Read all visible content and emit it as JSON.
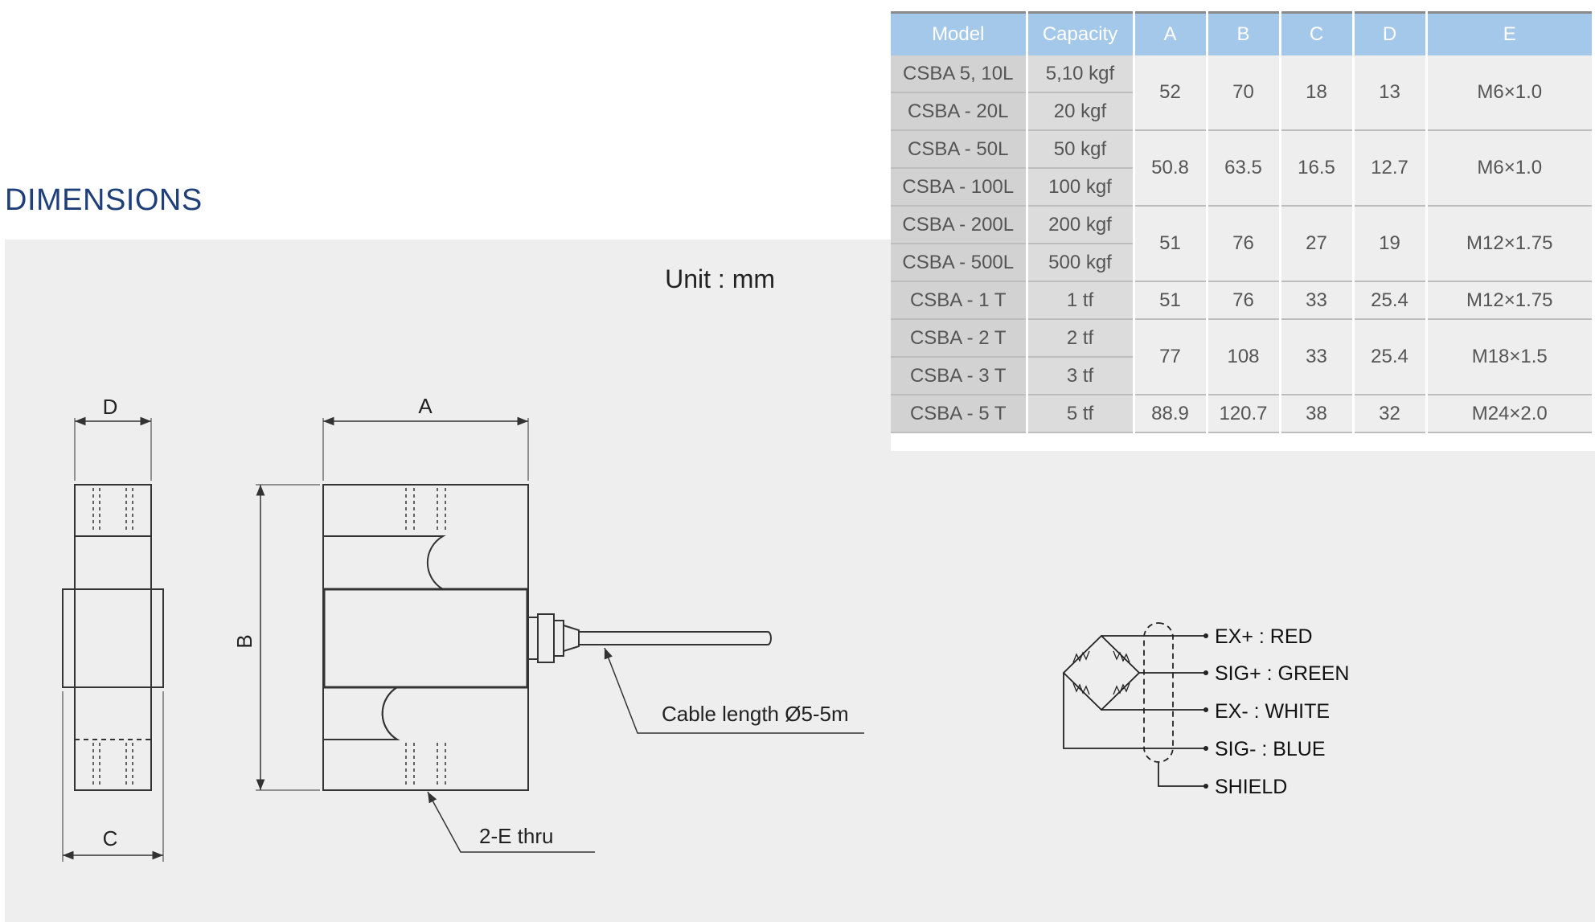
{
  "title": "DIMENSIONS",
  "unit_label": "Unit : mm",
  "table": {
    "headers": [
      "Model",
      "Capacity",
      "A",
      "B",
      "C",
      "D",
      "E"
    ],
    "groups": [
      {
        "models": [
          [
            "CSBA 5, 10L",
            "5,10 kgf"
          ],
          [
            "CSBA - 20L",
            "20 kgf"
          ]
        ],
        "A": "52",
        "B": "70",
        "C": "18",
        "D": "13",
        "E": "M6×1.0"
      },
      {
        "models": [
          [
            "CSBA - 50L",
            "50 kgf"
          ],
          [
            "CSBA - 100L",
            "100 kgf"
          ]
        ],
        "A": "50.8",
        "B": "63.5",
        "C": "16.5",
        "D": "12.7",
        "E": "M6×1.0"
      },
      {
        "models": [
          [
            "CSBA - 200L",
            "200 kgf"
          ],
          [
            "CSBA - 500L",
            "500 kgf"
          ]
        ],
        "A": "51",
        "B": "76",
        "C": "27",
        "D": "19",
        "E": "M12×1.75"
      },
      {
        "models": [
          [
            "CSBA - 1 T",
            "1 tf"
          ]
        ],
        "A": "51",
        "B": "76",
        "C": "33",
        "D": "25.4",
        "E": "M12×1.75"
      },
      {
        "models": [
          [
            "CSBA - 2 T",
            "2 tf"
          ],
          [
            "CSBA - 3 T",
            "3 tf"
          ]
        ],
        "A": "77",
        "B": "108",
        "C": "33",
        "D": "25.4",
        "E": "M18×1.5"
      },
      {
        "models": [
          [
            "CSBA - 5 T",
            "5 tf"
          ]
        ],
        "A": "88.9",
        "B": "120.7",
        "C": "38",
        "D": "32",
        "E": "M24×2.0"
      }
    ]
  },
  "drawing": {
    "dims": {
      "A": "A",
      "B": "B",
      "C": "C",
      "D": "D"
    },
    "cable_label": "Cable length Ø5-5m",
    "thread_label": "2-E thru"
  },
  "wiring": {
    "labels": [
      "EX+ : RED",
      "SIG+ : GREEN",
      "EX- : WHITE",
      "SIG- : BLUE",
      "SHIELD"
    ]
  }
}
